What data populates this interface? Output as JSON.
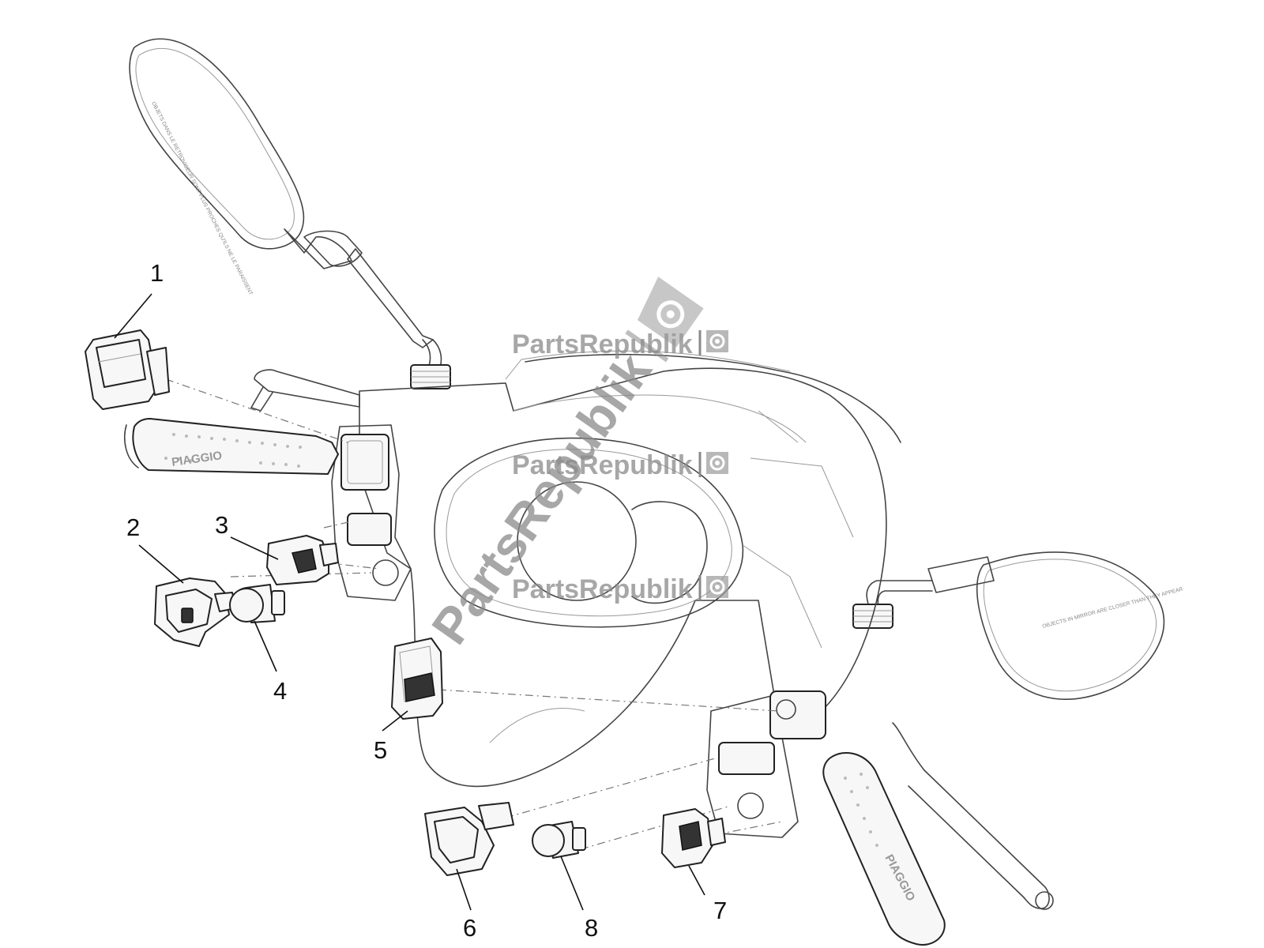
{
  "diagram": {
    "callouts": [
      {
        "label": "1"
      },
      {
        "label": "2"
      },
      {
        "label": "3"
      },
      {
        "label": "4"
      },
      {
        "label": "5"
      },
      {
        "label": "6"
      },
      {
        "label": "7"
      },
      {
        "label": "8"
      }
    ],
    "grip_brand_left": "PIAGGIO",
    "grip_brand_right": "PIAGGIO",
    "mirror_text_left": "OBJETS DANS LE RETROVISEUR SONT PLUS PROCHES QU'ILS NE LE PARAISSENT",
    "mirror_text_right": "OBJECTS IN MIRROR ARE CLOSER THAN THEY APPEAR"
  },
  "watermark": {
    "text": "PartsRepublik",
    "icon": "gear-icon"
  }
}
